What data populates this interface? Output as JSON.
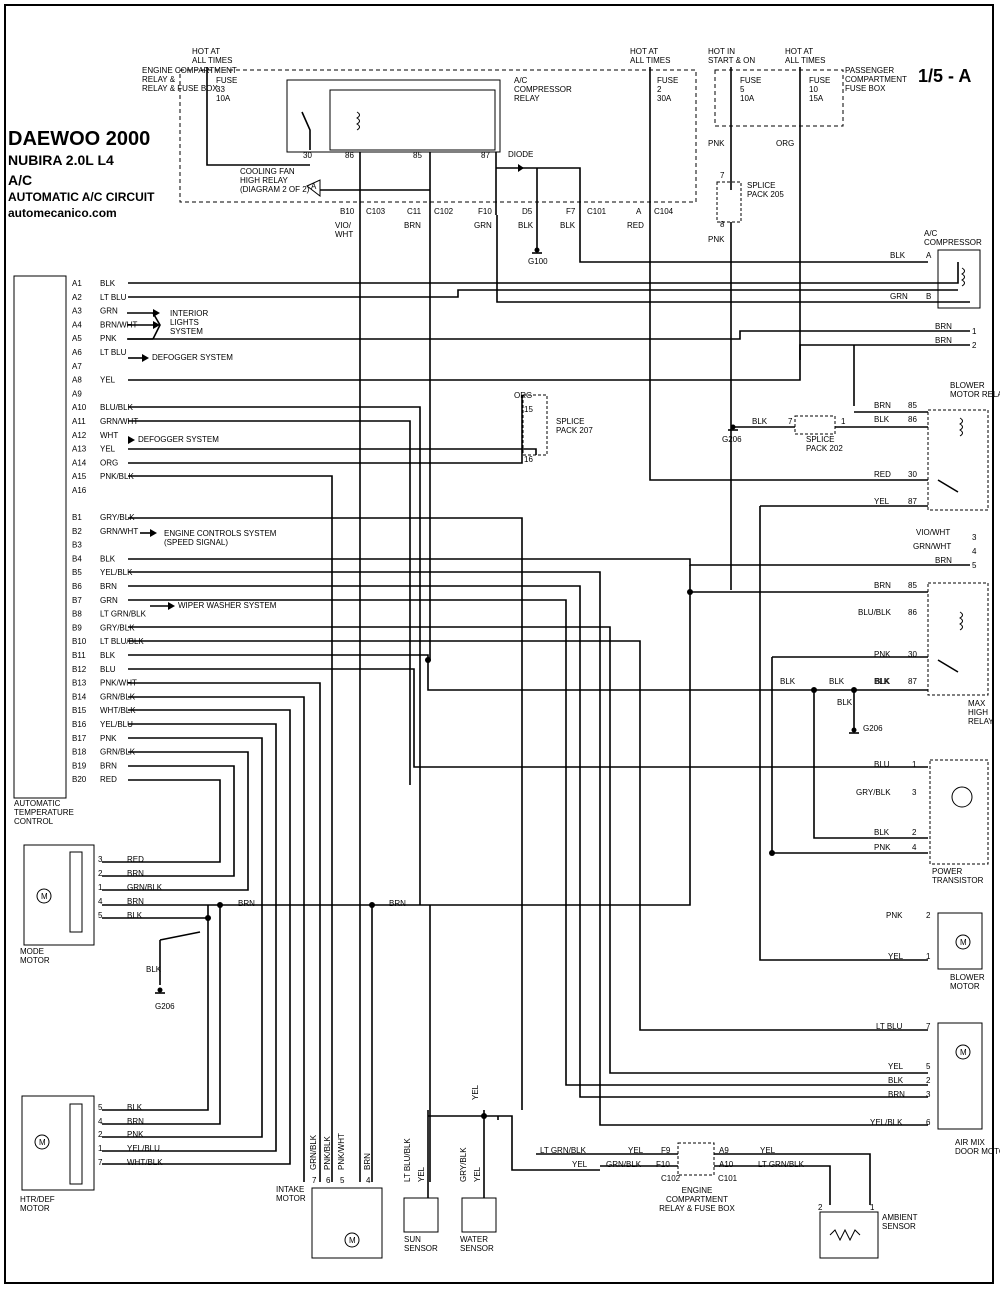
{
  "header": {
    "make_year": "DAEWOO 2000",
    "model": "NUBIRA  2.0L  L4",
    "system": "A/C",
    "circuit": "AUTOMATIC A/C CIRCUIT",
    "site": "automecanico.com",
    "page_ref": "1/5 - A"
  },
  "top": {
    "hot_at_all_times": "HOT AT ALL TIMES",
    "hot_in_start_on": "HOT IN START & ON",
    "engine_box": "ENGINE COMPARTMENT RELAY & FUSE BOX",
    "passenger_box": "PASSENGER COMPARTMENT FUSE BOX",
    "fuse33": [
      "FUSE",
      "33",
      "10A"
    ],
    "fuse2": [
      "FUSE",
      "2",
      "30A"
    ],
    "fuse5": [
      "FUSE",
      "5",
      "10A"
    ],
    "fuse10": [
      "FUSE",
      "10",
      "15A"
    ],
    "ac_relay": "A/C COMPRESSOR RELAY",
    "relay_pins": [
      "30",
      "86",
      "85",
      "87"
    ],
    "diode": "DIODE",
    "cooling_fan": "COOLING FAN HIGH RELAY (DIAGRAM 2 OF 2)",
    "arrow_a": "A",
    "connectors": [
      "B10",
      "C103",
      "C11",
      "C102",
      "F10",
      "D5",
      "F7",
      "C101",
      "A",
      "C104"
    ],
    "wires": [
      "VIO/ WHT",
      "BRN",
      "GRN",
      "BLK",
      "BLK",
      "RED"
    ],
    "pnk": "PNK",
    "org": "ORG",
    "splice205": "SPLICE PACK 205",
    "splice205_pins": [
      "7",
      "8"
    ],
    "g100": "G100"
  },
  "atc": {
    "label": "AUTOMATIC TEMPERATURE CONTROL",
    "pins": [
      [
        "A1",
        "BLK"
      ],
      [
        "A2",
        "LT BLU"
      ],
      [
        "A3",
        "GRN"
      ],
      [
        "A4",
        "BRN/WHT"
      ],
      [
        "A5",
        "PNK"
      ],
      [
        "A6",
        "LT BLU"
      ],
      [
        "A7",
        ""
      ],
      [
        "A8",
        "YEL"
      ],
      [
        "A9",
        ""
      ],
      [
        "A10",
        "BLU/BLK"
      ],
      [
        "A11",
        "GRN/WHT"
      ],
      [
        "A12",
        "WHT"
      ],
      [
        "A13",
        "YEL"
      ],
      [
        "A14",
        "ORG"
      ],
      [
        "A15",
        "PNK/BLK"
      ],
      [
        "A16",
        ""
      ],
      [
        "B1",
        "GRY/BLK"
      ],
      [
        "B2",
        "GRN/WHT"
      ],
      [
        "B3",
        ""
      ],
      [
        "B4",
        "BLK"
      ],
      [
        "B5",
        "YEL/BLK"
      ],
      [
        "B6",
        "BRN"
      ],
      [
        "B7",
        "GRN"
      ],
      [
        "B8",
        "LT GRN/BLK"
      ],
      [
        "B9",
        "GRY/BLK"
      ],
      [
        "B10",
        "LT BLU/BLK"
      ],
      [
        "B11",
        "BLK"
      ],
      [
        "B12",
        "BLU"
      ],
      [
        "B13",
        "PNK/WHT"
      ],
      [
        "B14",
        "GRN/BLK"
      ],
      [
        "B15",
        "WHT/BLK"
      ],
      [
        "B16",
        "YEL/BLU"
      ],
      [
        "B17",
        "PNK"
      ],
      [
        "B18",
        "GRN/BLK"
      ],
      [
        "B19",
        "BRN"
      ],
      [
        "B20",
        "RED"
      ]
    ],
    "refs": {
      "interior": "INTERIOR LIGHTS SYSTEM",
      "defog": "DEFOGGER SYSTEM",
      "engine_ctrl": "ENGINE CONTROLS SYSTEM (SPEED SIGNAL)",
      "wiper": "WIPER WASHER SYSTEM"
    }
  },
  "right": {
    "compressor": "A/C COMPRESSOR",
    "comp_pins": [
      "BLK",
      "A",
      "GRN",
      "B"
    ],
    "brn": "BRN",
    "nums": [
      "1",
      "2",
      "3",
      "4",
      "5"
    ],
    "vio_wht": "VIO/WHT",
    "grn_wht": "GRN/WHT",
    "blower_relay": "BLOWER MOTOR RELAY",
    "br_pins": [
      [
        "BRN",
        "85"
      ],
      [
        "BLK",
        "86"
      ],
      [
        "RED",
        "30"
      ],
      [
        "YEL",
        "87"
      ]
    ],
    "splice202": "SPLICE PACK 202",
    "splice202_pins": [
      "7",
      "1"
    ],
    "splice207": "SPLICE PACK 207",
    "splice207_pins": [
      "15",
      "16"
    ],
    "g206": "G206",
    "blk": "BLK",
    "max_relay": "MAX HIGH RELAY",
    "mr_pins": [
      [
        "BRN",
        "85"
      ],
      [
        "BLU/BLK",
        "86"
      ],
      [
        "PNK",
        "30"
      ],
      [
        "BLK",
        "87"
      ]
    ],
    "power_tr": "POWER TRANSISTOR",
    "pt_pins": [
      [
        "BLU",
        "1"
      ],
      [
        "GRY/BLK",
        "3"
      ],
      [
        "BLK",
        "2"
      ],
      [
        "PNK",
        "4"
      ]
    ],
    "blower_motor": "BLOWER MOTOR",
    "bm_pins": [
      [
        "PNK",
        "2"
      ],
      [
        "YEL",
        "1"
      ]
    ],
    "air_mix": "AIR MIX DOOR MOTOR",
    "am_pins": [
      [
        "LT BLU",
        "7"
      ],
      [
        "YEL",
        "5"
      ],
      [
        "BLK",
        "2"
      ],
      [
        "BRN",
        "3"
      ],
      [
        "YEL/BLK",
        "6"
      ]
    ]
  },
  "bottom": {
    "mode_motor": "MODE MOTOR",
    "mode_pins": [
      [
        "3",
        "RED"
      ],
      [
        "2",
        "BRN"
      ],
      [
        "1",
        "GRN/BLK"
      ],
      [
        "4",
        "BRN"
      ],
      [
        "5",
        "BLK"
      ]
    ],
    "htr_motor": "HTR/DEF MOTOR",
    "htr_pins": [
      [
        "5",
        "BLK"
      ],
      [
        "4",
        "BRN"
      ],
      [
        "2",
        "PNK"
      ],
      [
        "1",
        "YEL/BLU"
      ],
      [
        "7",
        "WHT/BLK"
      ]
    ],
    "intake": "INTAKE MOTOR",
    "intake_wires": [
      "GRN/BLK",
      "PNK/BLK",
      "PNK/WHT",
      "BRN"
    ],
    "intake_pins": [
      "7",
      "6",
      "5",
      "4"
    ],
    "sun": "SUN SENSOR",
    "water": "WATER SENSOR",
    "sun_wires": [
      "LT BLU/BLK",
      "YEL"
    ],
    "water_wires": [
      "GRY/BLK",
      "YEL"
    ],
    "yel": "YEL",
    "ambient": "AMBIENT SENSOR",
    "amb_pins": [
      "2",
      "1"
    ],
    "engine_box2": "ENGINE COMPARTMENT RELAY & FUSE BOX",
    "c102_block": [
      [
        "LT GRN/BLK",
        "YEL",
        "F9"
      ],
      [
        "YEL",
        "GRN/BLK",
        "F10"
      ]
    ],
    "c101_block": [
      [
        "A9",
        "YEL"
      ],
      [
        "A10",
        "LT GRN/BLK"
      ]
    ],
    "c102": "C102",
    "c101": "C101"
  }
}
